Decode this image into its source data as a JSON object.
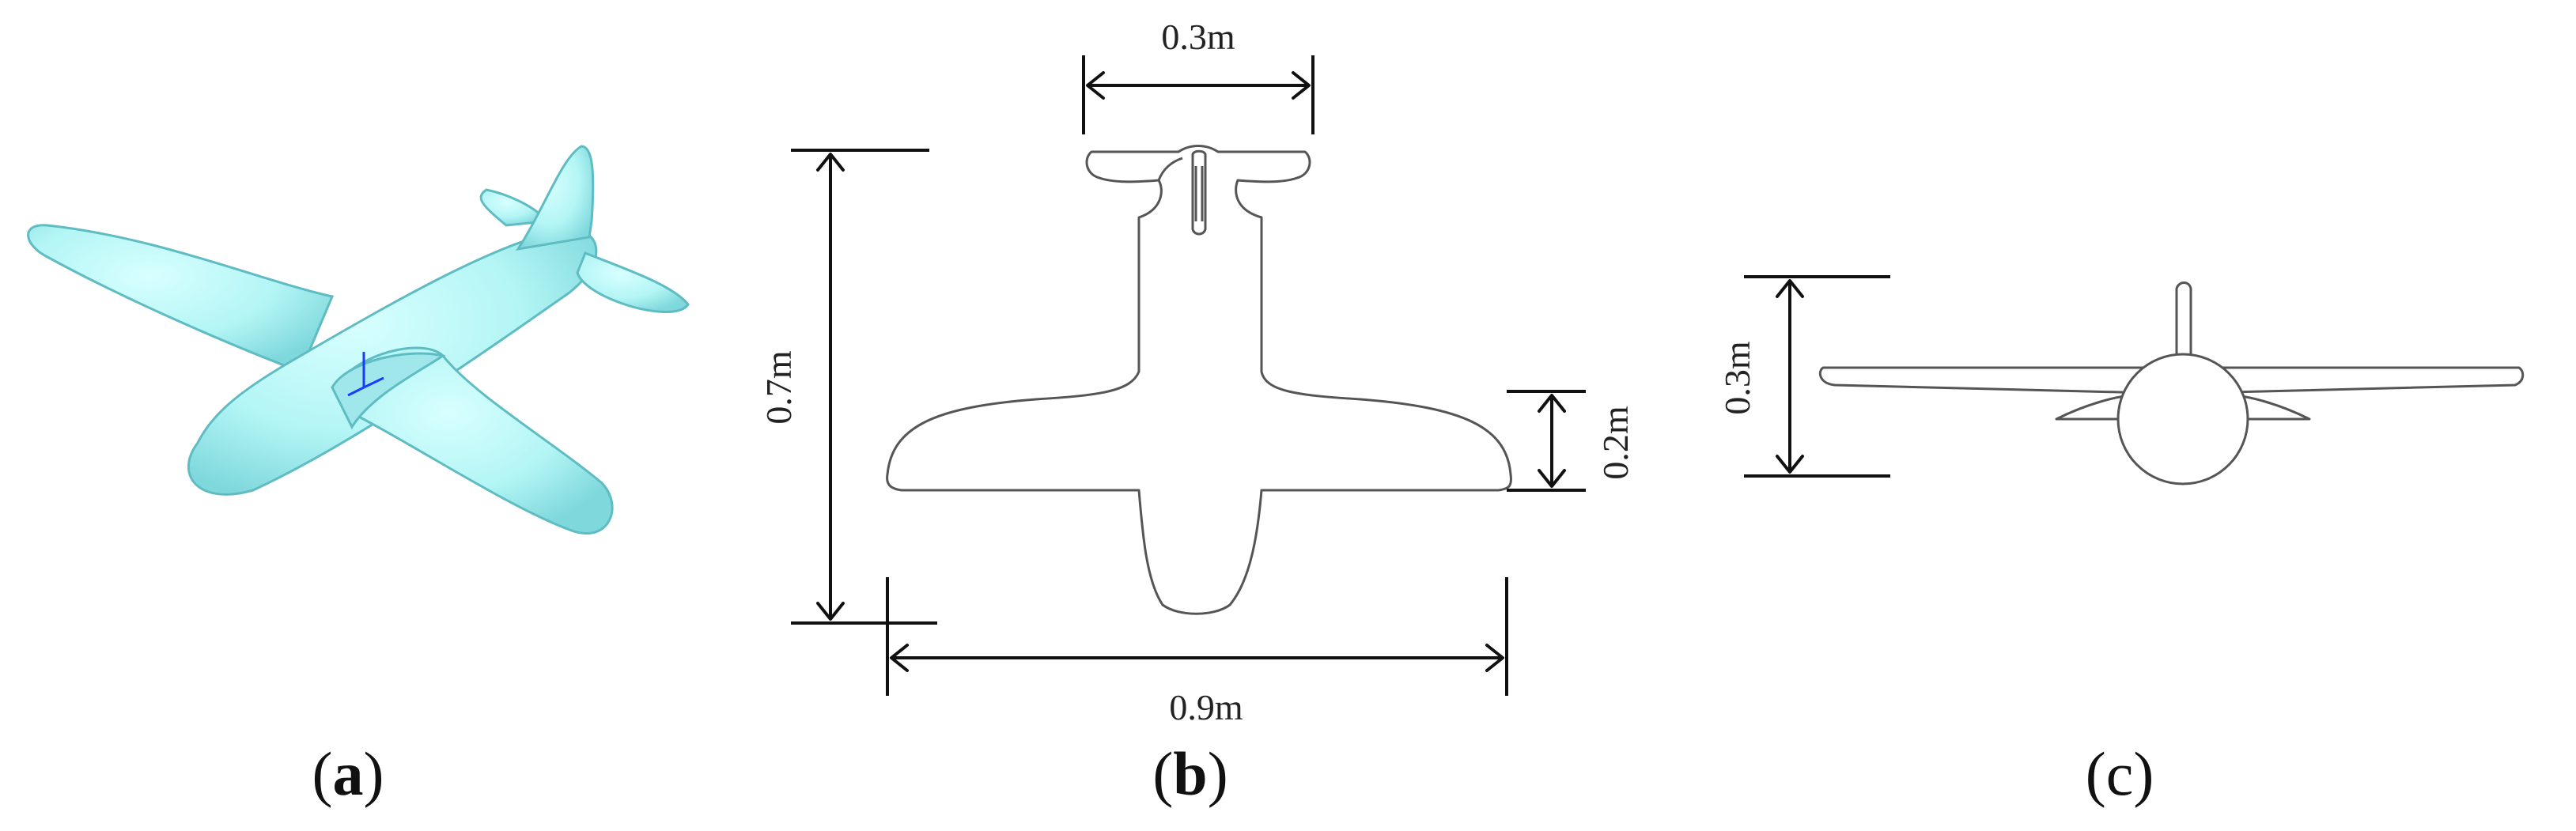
{
  "panels": [
    {
      "id": "a",
      "caption_open": "(",
      "caption_letter": "a",
      "caption_close": ")"
    },
    {
      "id": "b",
      "caption_open": "(",
      "caption_letter": "b",
      "caption_close": ")",
      "dimensions": {
        "tail_span": "0.3m",
        "length": "0.7m",
        "wing_chord": "0.2m",
        "wing_span": "0.9m"
      }
    },
    {
      "id": "c",
      "caption_open": "(",
      "caption_letter": "c",
      "caption_close": ")",
      "dimensions": {
        "height": "0.3m"
      }
    }
  ],
  "colors": {
    "model_fill": "#b3f5f5",
    "model_shade": "#7fd8dc",
    "axis_marker": "#1a3cff",
    "line": "#555555"
  }
}
